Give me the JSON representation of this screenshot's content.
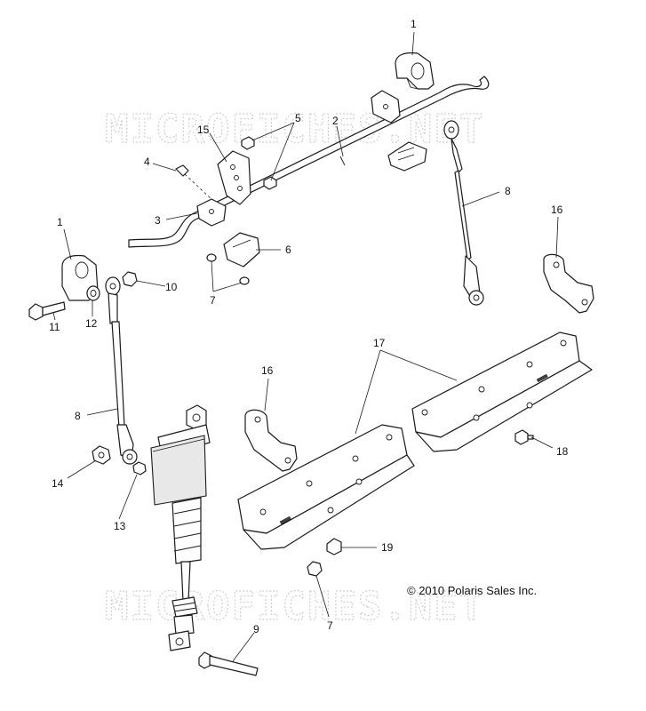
{
  "watermark": {
    "text_top": "MICROFICHES.NET",
    "text_bottom": "MICROFICHES.NET"
  },
  "copyright": "© 2010 Polaris Sales Inc.",
  "callouts": {
    "c1a": "1",
    "c1b": "1",
    "c2": "2",
    "c3": "3",
    "c4": "4",
    "c5": "5",
    "c6": "6",
    "c7a": "7",
    "c7b": "7",
    "c8a": "8",
    "c8b": "8",
    "c9": "9",
    "c10": "10",
    "c11": "11",
    "c12": "12",
    "c13": "13",
    "c14": "14",
    "c15": "15",
    "c16a": "16",
    "c16b": "16",
    "c17": "17",
    "c18": "18",
    "c19": "19"
  }
}
